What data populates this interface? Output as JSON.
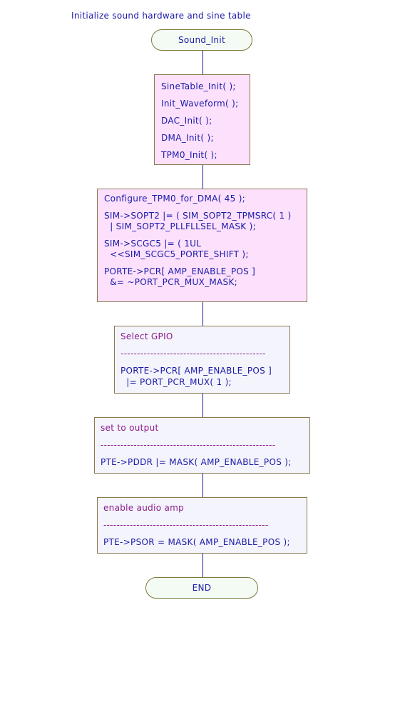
{
  "diagram": {
    "title": "Initialize sound hardware and sine table",
    "start_label": "Sound_Init",
    "end_label": "END",
    "block1_lines": [
      "SineTable_Init( );",
      "Init_Waveform( );",
      "DAC_Init( );",
      "DMA_Init( );",
      "TPM0_Init( );"
    ],
    "block2": {
      "line1": "Configure_TPM0_for_DMA( 45 );",
      "line2a": "SIM->SOPT2 |= ( SIM_SOPT2_TPMSRC( 1 )",
      "line2b": "  | SIM_SOPT2_PLLFLLSEL_MASK );",
      "line3a": "SIM->SCGC5 |= ( 1UL",
      "line3b": "  <<SIM_SCGC5_PORTE_SHIFT );",
      "line4a": "PORTE->PCR[ AMP_ENABLE_POS ]",
      "line4b": "  &= ~PORT_PCR_MUX_MASK;"
    },
    "block3": {
      "comment": "Select GPIO",
      "separator": "--------------------------------------------",
      "code1": "PORTE->PCR[ AMP_ENABLE_POS ]",
      "code2": "  |= PORT_PCR_MUX( 1 );"
    },
    "block4": {
      "comment": "set to output",
      "separator": "-----------------------------------------------------",
      "code1": "PTE->PDDR |= MASK( AMP_ENABLE_POS );"
    },
    "block5": {
      "comment": "enable audio amp",
      "separator": "--------------------------------------------------",
      "code1": "PTE->PSOR = MASK( AMP_ENABLE_POS );"
    },
    "colors": {
      "line": "#1a1aa8",
      "text": "#1a1aa8",
      "comment": "#8a1a8a",
      "process_fill": "#fce0fc",
      "comment_fill": "#f4f4fc",
      "terminal_fill": "#f4fbf4",
      "border": "#8a7a50"
    }
  }
}
